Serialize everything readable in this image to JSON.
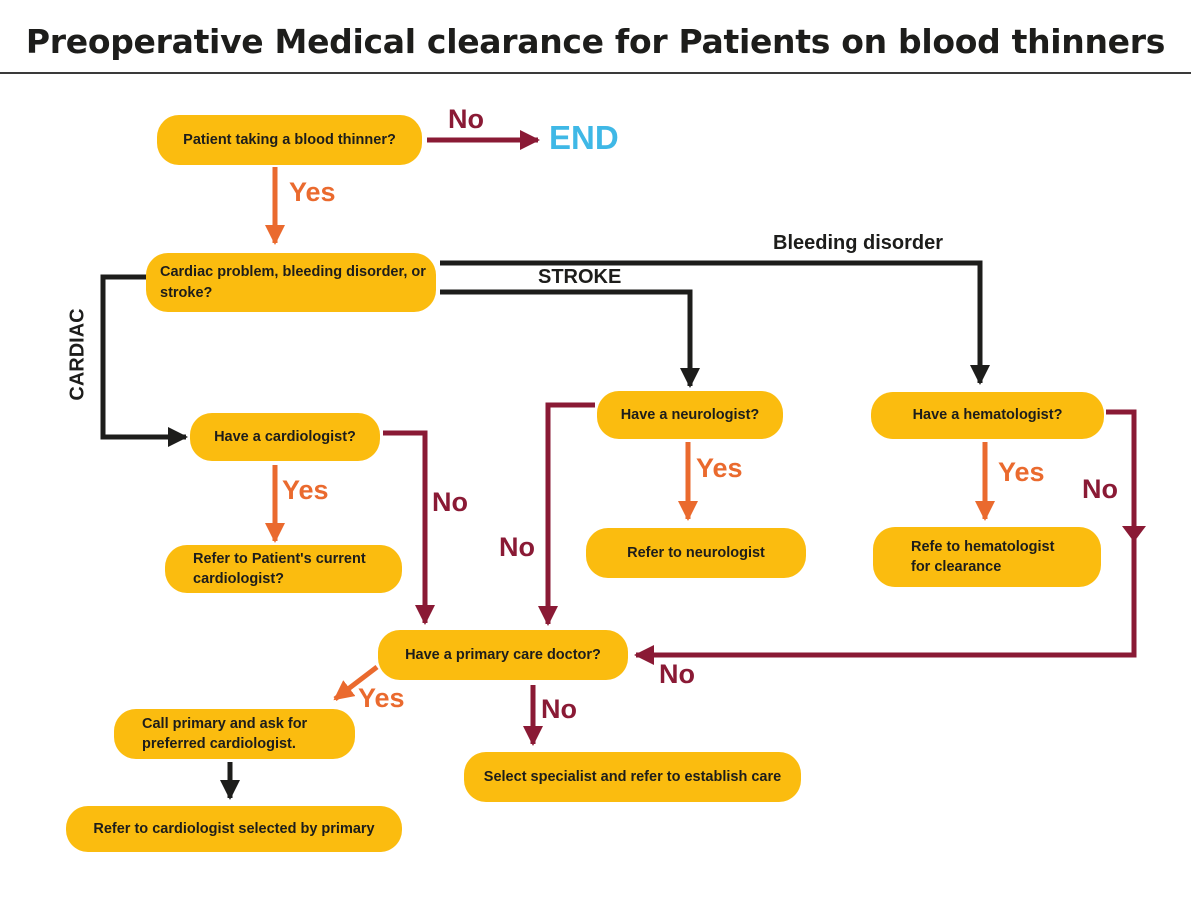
{
  "title": "Preoperative Medical clearance for Patients on blood thinners",
  "nodes": {
    "blood_thinner": "Patient taking a blood thinner?",
    "condition": "Cardiac problem, bleeding disorder, or stroke?",
    "have_cardiologist": "Have a cardiologist?",
    "refer_current_cardiologist": "Refer to Patient's current cardiologist?",
    "have_neurologist": "Have a neurologist?",
    "refer_neurologist": "Refer to neurologist",
    "have_hematologist": "Have a hematologist?",
    "refer_hematologist": "Refe to hematologist for clearance",
    "have_primary": "Have a primary care doctor?",
    "call_primary": "Call primary and ask for preferred cardiologist.",
    "refer_selected_cardiologist": "Refer to cardiologist selected by primary",
    "select_specialist": "Select specialist and refer to establish care"
  },
  "labels": {
    "no": "No",
    "yes": "Yes",
    "end": "END",
    "cardiac": "CARDIAC",
    "stroke": "STROKE",
    "bleeding": "Bleeding disorder"
  },
  "colors": {
    "node_fill": "#fbbc0f",
    "yes_arrow": "#ea6a2e",
    "no_arrow": "#8a1a35",
    "branch_arrow": "#1d1d1b",
    "end_text": "#3fb8e6"
  }
}
